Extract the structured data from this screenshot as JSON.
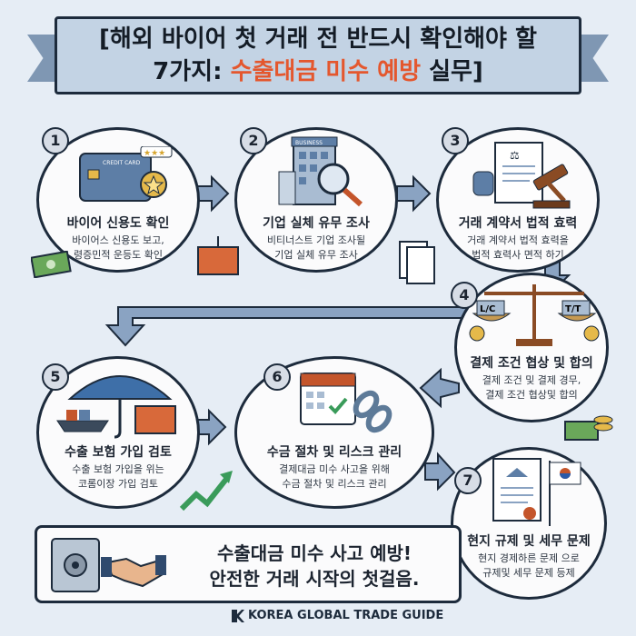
{
  "header": {
    "line1": "[해외 바이어 첫 거래 전 반드시 확인해야 할",
    "line2_prefix": "7가지: ",
    "line2_accent": "수출대금 미수 예방",
    "line2_suffix": " 실무]"
  },
  "steps": [
    {
      "num": "1",
      "title": "바이어 신용도 확인",
      "desc": [
        "바이어스 신용도 보고,",
        "령증민적 운등도 확인"
      ],
      "icon_label": "CREDIT CARD"
    },
    {
      "num": "2",
      "title": "기업 실체 유무 조사",
      "desc": [
        "비티너스트 기업 조사될",
        "기업 실체 유무 조사"
      ],
      "icon_label": "BUSINESS"
    },
    {
      "num": "3",
      "title": "거래 계약서 법적 효력",
      "desc": [
        "거래 계약서 법적 효력을",
        "법적 효력사 면적 하기"
      ]
    },
    {
      "num": "4",
      "title": "결제 조건 협상 및 합의",
      "desc": [
        "결제 조건 및 결제 경무,",
        "결제 조건 협상및 합의"
      ],
      "icon_labels": [
        "L/C",
        "T/T"
      ]
    },
    {
      "num": "5",
      "title": "수출 보험 가입 검토",
      "desc": [
        "수출 보험 가입을 위는",
        "코롬이장 가입 검토"
      ]
    },
    {
      "num": "6",
      "title": "수금 절차 및 리스크 관리",
      "desc": [
        "결제대금 미수 사고을 위해",
        "수금 절차 및 리스크 관리"
      ]
    },
    {
      "num": "7",
      "title": "현지 규제 및 세무 문제",
      "desc": [
        "현지 경제하른 문제 으로",
        "규제및 세무 문제 등제"
      ]
    }
  ],
  "bottom": {
    "line1": "수출대금 미수 사고 예방!",
    "line2": "안전한 거래 시작의 첫걸음."
  },
  "footer": {
    "brand": "KOREA GLOBAL TRADE GUIDE"
  },
  "colors": {
    "accent": "#e4572e",
    "outline": "#1d2b3c",
    "banner": "#c3d3e4",
    "arrow": "#8aa3c2"
  }
}
